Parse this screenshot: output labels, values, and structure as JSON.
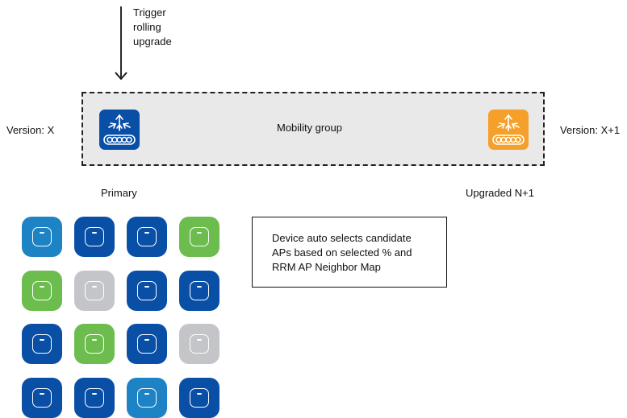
{
  "trigger": {
    "lines": [
      "Trigger",
      "rolling",
      "upgrade"
    ]
  },
  "mobility_group": {
    "label": "Mobility group"
  },
  "versions": {
    "left": "Version: X",
    "right": "Version: X+1"
  },
  "controllers": {
    "primary": {
      "label": "Primary",
      "color": "#0a4fa6",
      "icon": "wireless-controller-icon"
    },
    "upgraded": {
      "label": "Upgraded N+1",
      "color": "#f5a02a",
      "icon": "wireless-controller-icon"
    }
  },
  "info": {
    "lines": [
      "Device auto selects candidate",
      "APs based on selected % and",
      "RRM AP Neighbor Map"
    ]
  },
  "colors": {
    "dark_blue": "#0a4fa6",
    "light_blue": "#1d83c4",
    "green": "#6cbd4e",
    "gray": "#c4c5c8"
  },
  "ap_grid": [
    [
      "light_blue",
      "dark_blue",
      "dark_blue",
      "green"
    ],
    [
      "green",
      "gray",
      "dark_blue",
      "dark_blue"
    ],
    [
      "dark_blue",
      "green",
      "dark_blue",
      "gray"
    ],
    [
      "dark_blue",
      "dark_blue",
      "light_blue",
      "dark_blue"
    ]
  ]
}
